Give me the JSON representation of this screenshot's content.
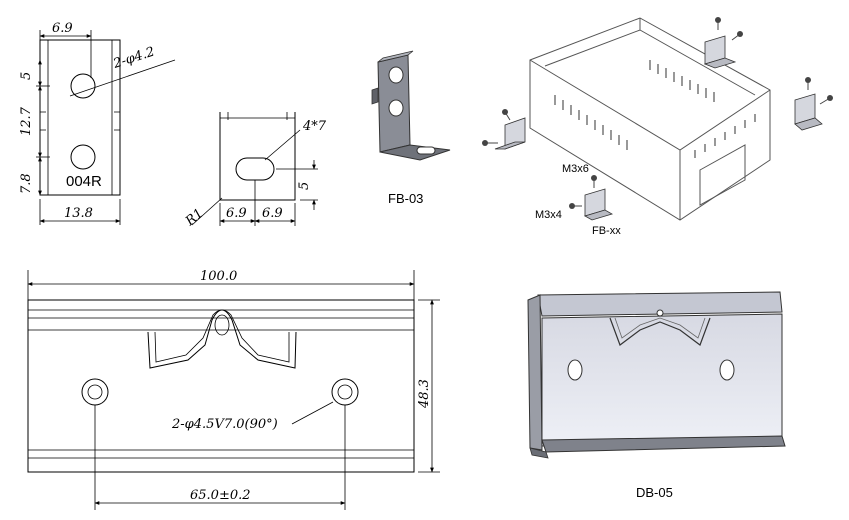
{
  "bracket_004R": {
    "dim_width_top": "6.9",
    "dim_hole": "2-φ4.2",
    "dim_v1": "5",
    "dim_v2": "12.7",
    "dim_v3": "7.8",
    "dim_width_bottom": "13.8",
    "part_label": "004R"
  },
  "slot_plate": {
    "dim_slot": "4*7",
    "dim_v": "5",
    "dim_radius": "R1",
    "dim_left": "6.9",
    "dim_right": "6.9"
  },
  "fb03": {
    "label": "FB-03"
  },
  "enclosure": {
    "screw_label_1": "M3x6",
    "screw_label_2": "M3x4",
    "bracket_label": "FB-xx"
  },
  "rail_front": {
    "dim_length": "100.0",
    "dim_height": "48.3",
    "dim_holes": "2-φ4.5V7.0(90°)",
    "dim_spacing": "65.0±0.2"
  },
  "db05": {
    "label": "DB-05"
  }
}
